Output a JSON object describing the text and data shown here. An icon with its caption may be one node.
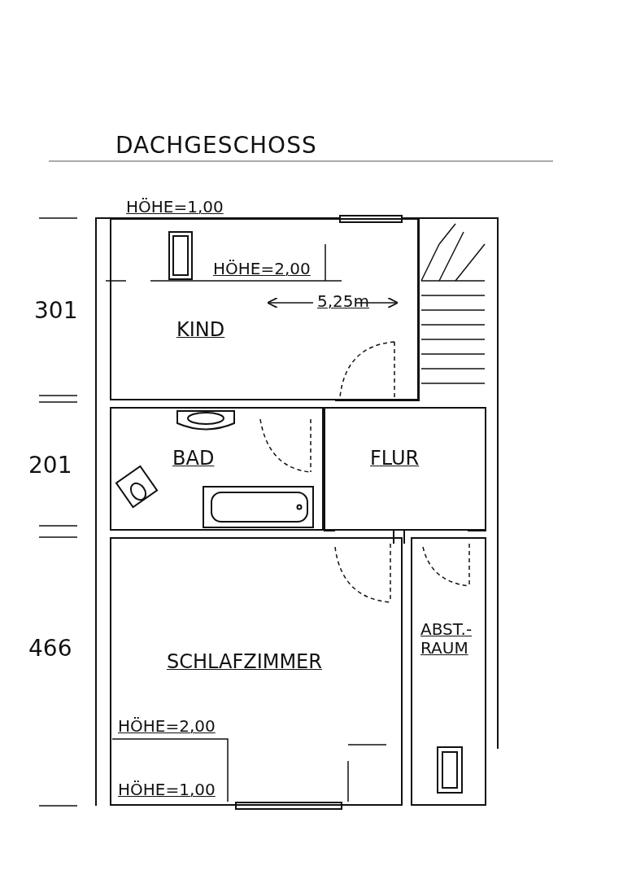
{
  "diagram": {
    "title": "DACHGESCHOSS",
    "nodes": [
      {
        "text": [
          "KIND"
        ]
      },
      {
        "text": [
          "BAD"
        ]
      },
      {
        "text": [
          "FLUR"
        ]
      },
      {
        "text": [
          "SCHLAFZIMMER"
        ]
      },
      {
        "text": [
          "ABST.- RAUM"
        ]
      }
    ],
    "edges": [],
    "labels": [
      "HÖHE=1,00",
      "HÖHE=2,00",
      "5,25m",
      "301",
      "201",
      "466",
      "HÖHE=2,00",
      "HÖHE=1,00"
    ]
  }
}
